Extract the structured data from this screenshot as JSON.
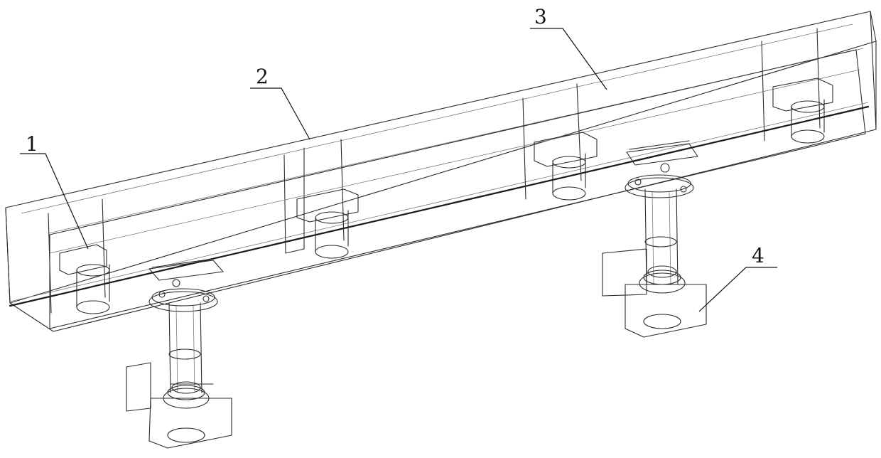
{
  "figure": {
    "callouts": [
      {
        "id": "callout-1",
        "text": "1"
      },
      {
        "id": "callout-2",
        "text": "2"
      },
      {
        "id": "callout-3",
        "text": "3"
      },
      {
        "id": "callout-4",
        "text": "4"
      }
    ],
    "colors": {
      "line": "#2b2b2b",
      "background": "#ffffff"
    }
  }
}
